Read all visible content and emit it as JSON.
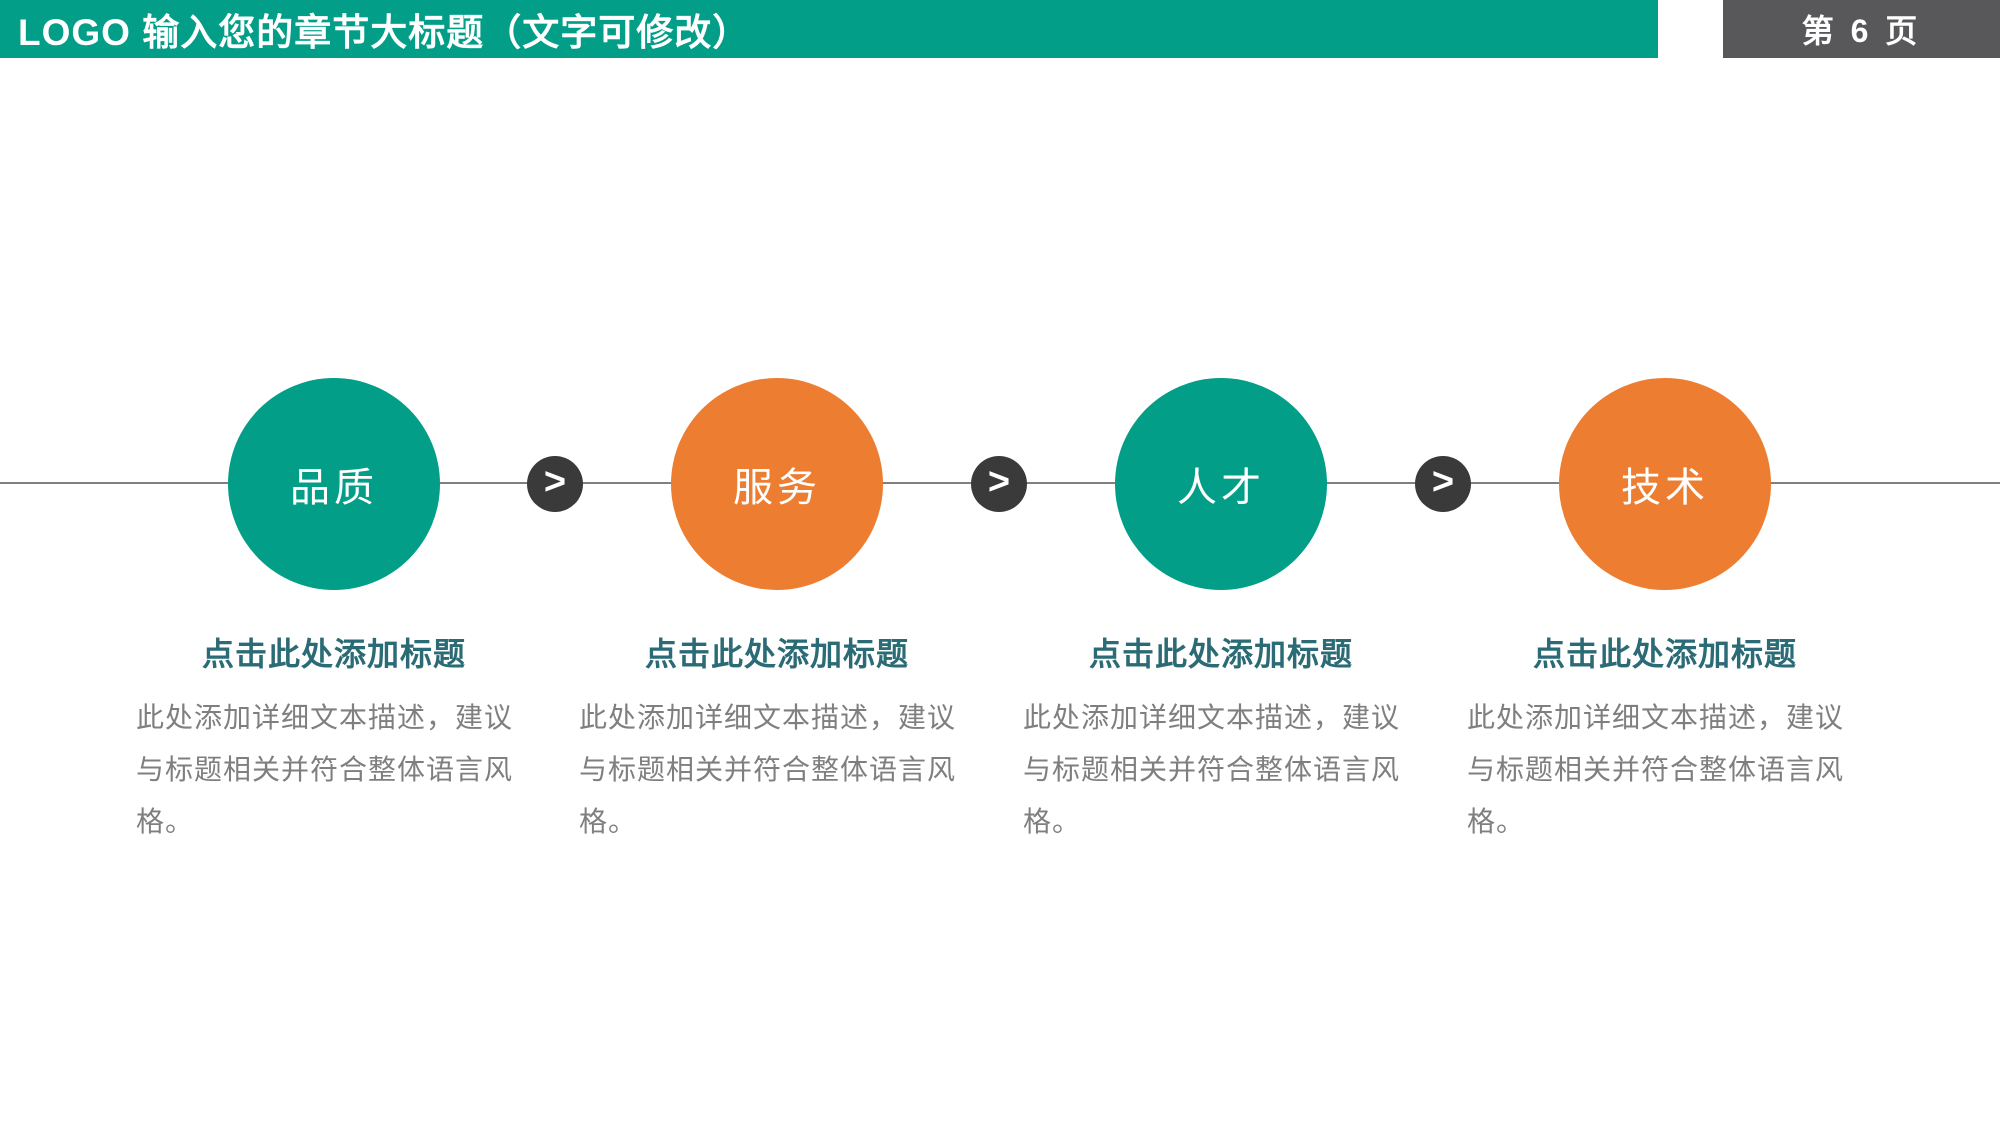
{
  "header": {
    "title": "LOGO 输入您的章节大标题（文字可修改）",
    "page_badge": "第 6 页"
  },
  "colors": {
    "brand_teal": "#029E88",
    "accent_orange": "#ED7D31",
    "arrow_dark": "#3A3A3A",
    "badge_gray": "#58585A",
    "heading_teal": "#2B6B75",
    "body_gray": "#7F7F7F",
    "line_gray": "#808080"
  },
  "timeline": {
    "arrow_glyph": ">",
    "steps": [
      {
        "label": "品质",
        "heading": "点击此处添加标题",
        "body_lines": [
          "此处添加详细文本描述，建议",
          "与标题相关并符合整体语言风",
          "格。"
        ]
      },
      {
        "label": "服务",
        "heading": "点击此处添加标题",
        "body_lines": [
          "此处添加详细文本描述，建议",
          "与标题相关并符合整体语言风",
          "格。"
        ]
      },
      {
        "label": "人才",
        "heading": "点击此处添加标题",
        "body_lines": [
          "此处添加详细文本描述，建议",
          "与标题相关并符合整体语言风",
          "格。"
        ]
      },
      {
        "label": "技术",
        "heading": "点击此处添加标题",
        "body_lines": [
          "此处添加详细文本描述，建议",
          "与标题相关并符合整体语言风",
          "格。"
        ]
      }
    ]
  }
}
